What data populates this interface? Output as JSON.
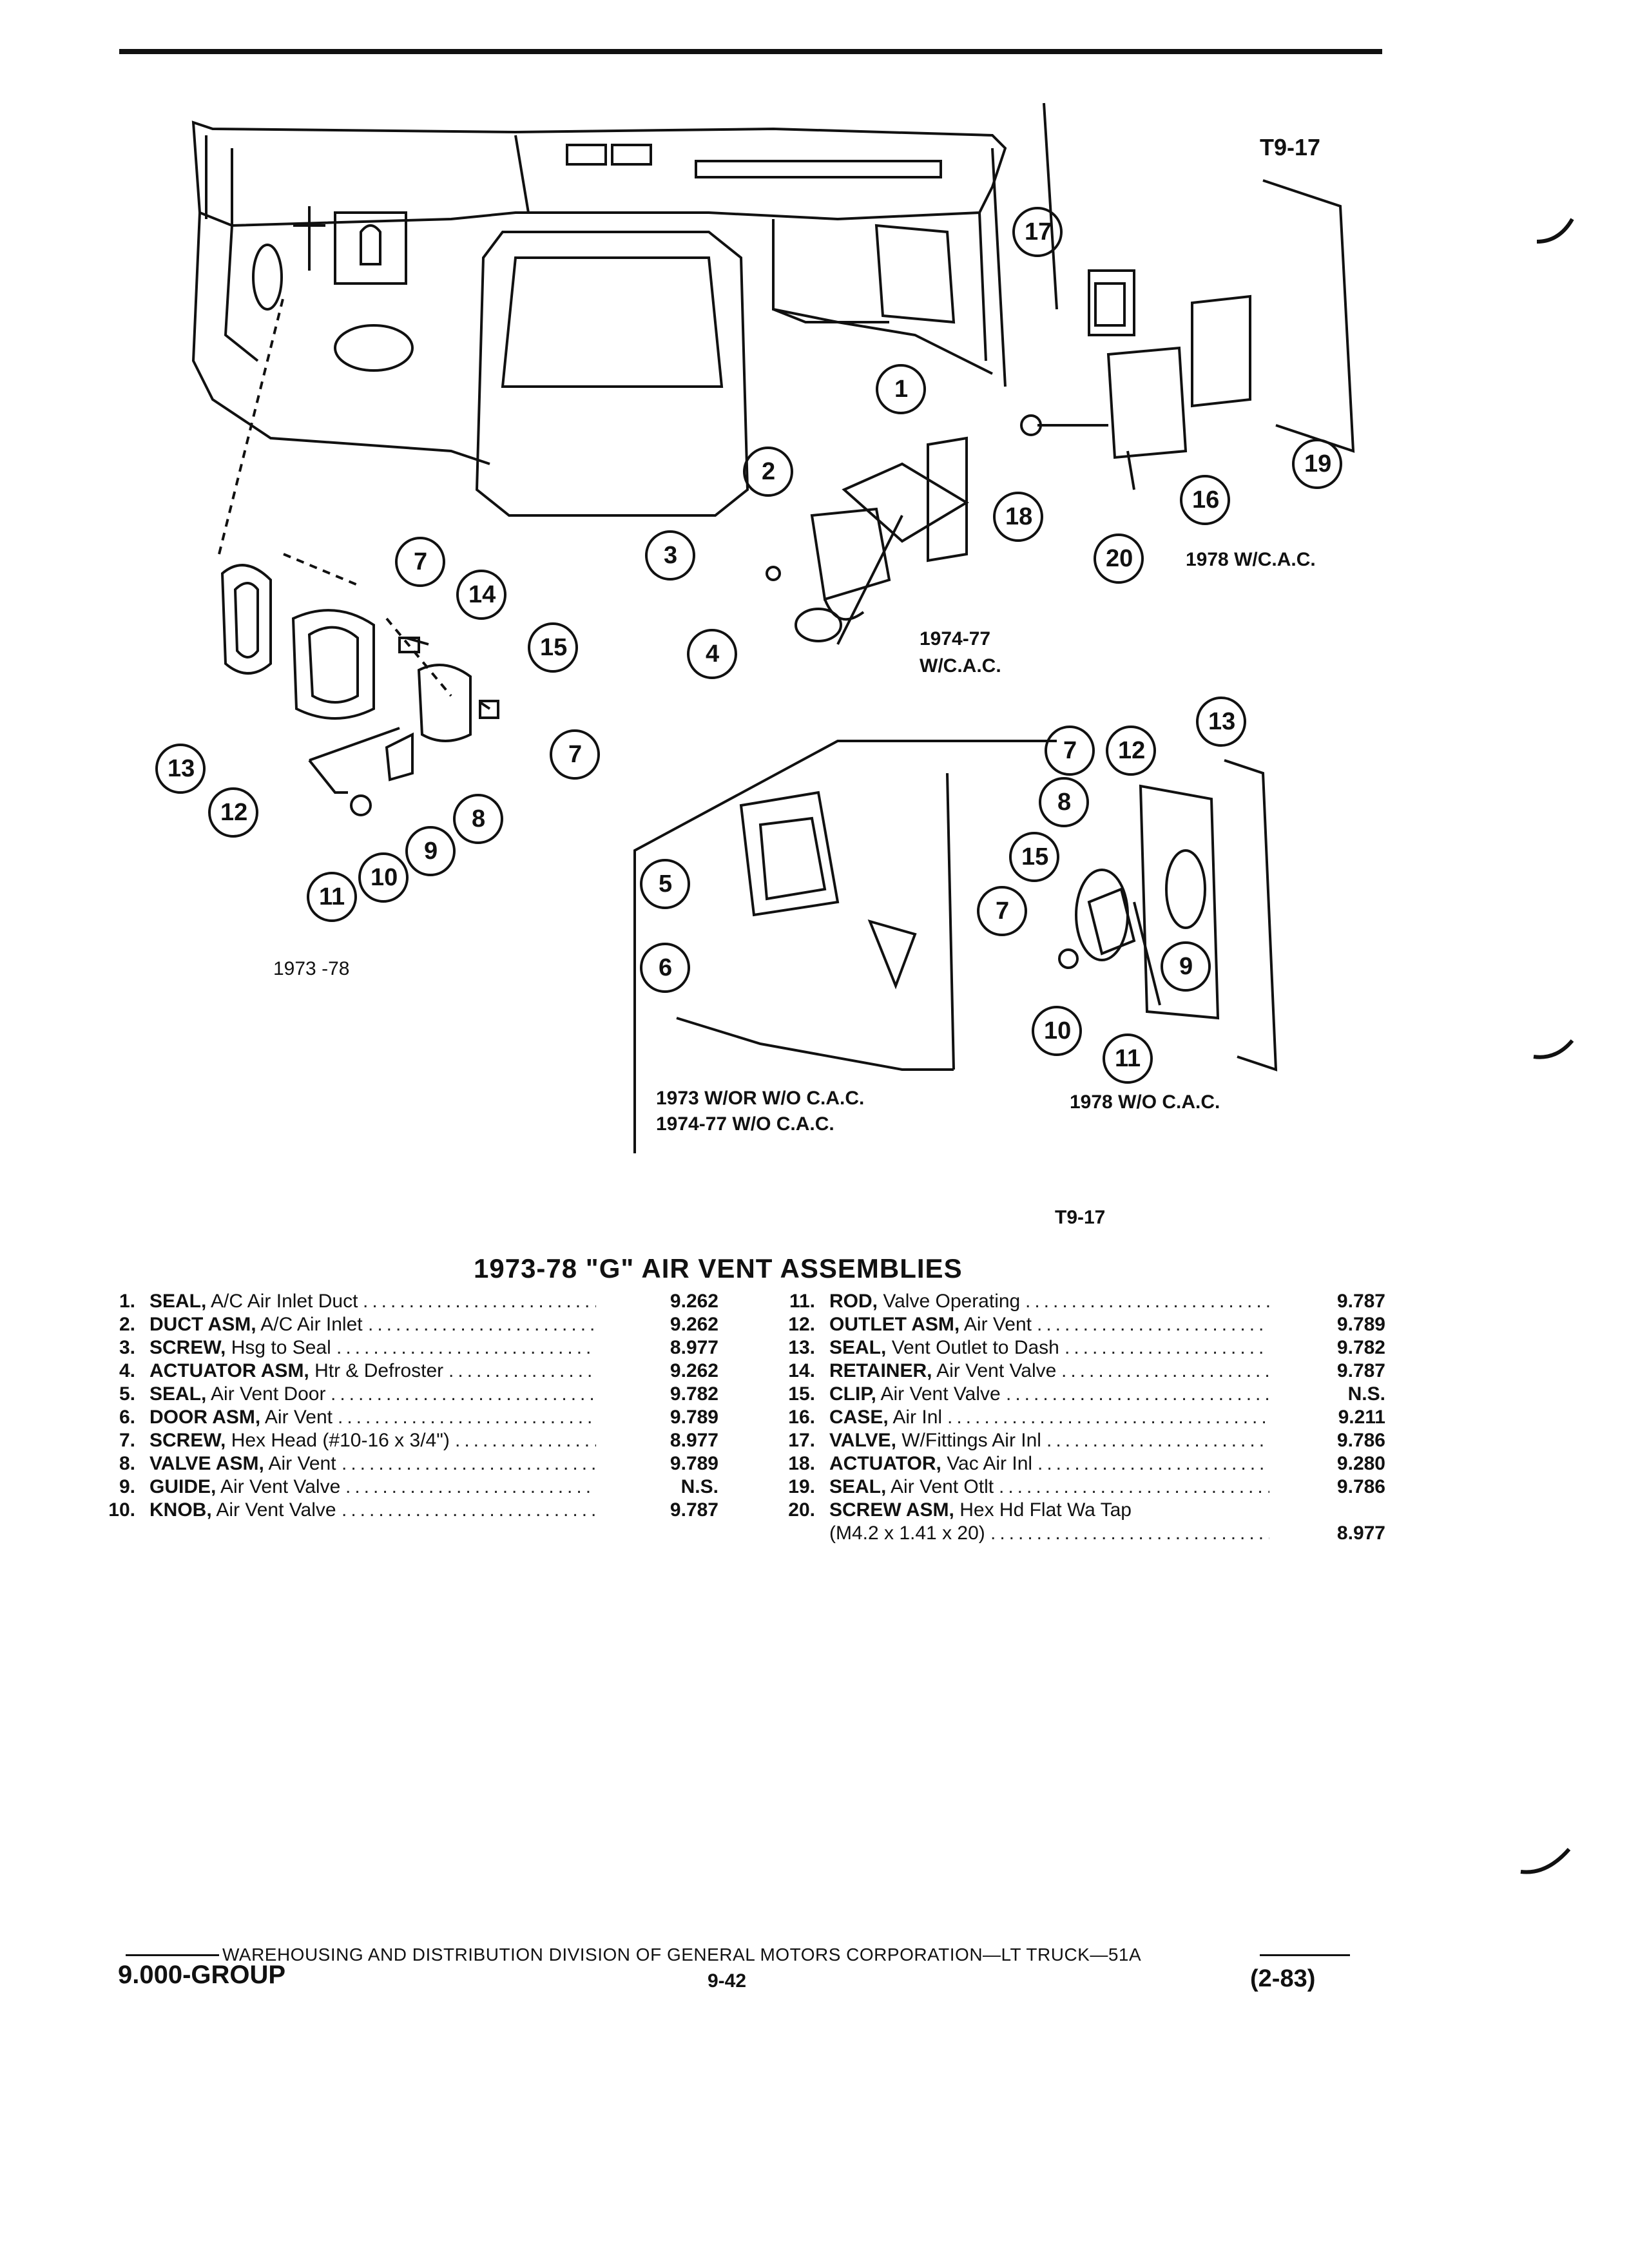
{
  "page": {
    "top_code": "T9-17",
    "bottom_code": "T9-17",
    "title": "1973-78 \"G\" AIR VENT ASSEMBLIES"
  },
  "diagram": {
    "callouts": [
      "1",
      "2",
      "3",
      "4",
      "5",
      "6",
      "7",
      "8",
      "9",
      "10",
      "11",
      "12",
      "13",
      "14",
      "15",
      "16",
      "17",
      "18",
      "19",
      "20"
    ],
    "captions": {
      "left": "1973 -78",
      "center_top_1": "1974-77",
      "center_top_2": "W/C.A.C.",
      "right_top": "1978 W/C.A.C.",
      "center_bottom_1": "1973  W/OR W/O C.A.C.",
      "center_bottom_2": "1974-77 W/O C.A.C.",
      "right_bottom": "1978 W/O C.A.C."
    }
  },
  "parts_left": [
    {
      "no": "1.",
      "name": "SEAL,",
      "desc": "A/C Air Inlet Duct",
      "ref": "9.262"
    },
    {
      "no": "2.",
      "name": "DUCT ASM,",
      "desc": "A/C Air Inlet",
      "ref": "9.262"
    },
    {
      "no": "3.",
      "name": "SCREW,",
      "desc": "Hsg to Seal",
      "ref": "8.977"
    },
    {
      "no": "4.",
      "name": "ACTUATOR ASM,",
      "desc": "Htr & Defroster",
      "ref": "9.262"
    },
    {
      "no": "5.",
      "name": "SEAL,",
      "desc": "Air Vent Door",
      "ref": "9.782"
    },
    {
      "no": "6.",
      "name": "DOOR ASM,",
      "desc": "Air Vent",
      "ref": "9.789"
    },
    {
      "no": "7.",
      "name": "SCREW,",
      "desc": "Hex Head (#10-16 x 3/4\")",
      "ref": "8.977"
    },
    {
      "no": "8.",
      "name": "VALVE ASM,",
      "desc": "Air Vent",
      "ref": "9.789"
    },
    {
      "no": "9.",
      "name": "GUIDE,",
      "desc": "Air Vent Valve",
      "ref": "N.S."
    },
    {
      "no": "10.",
      "name": "KNOB,",
      "desc": "Air Vent Valve",
      "ref": "9.787"
    }
  ],
  "parts_right": [
    {
      "no": "11.",
      "name": "ROD,",
      "desc": "Valve Operating",
      "ref": "9.787"
    },
    {
      "no": "12.",
      "name": "OUTLET ASM,",
      "desc": "Air Vent",
      "ref": "9.789"
    },
    {
      "no": "13.",
      "name": "SEAL,",
      "desc": "Vent Outlet to Dash",
      "ref": "9.782"
    },
    {
      "no": "14.",
      "name": "RETAINER,",
      "desc": "Air Vent Valve",
      "ref": "9.787"
    },
    {
      "no": "15.",
      "name": "CLIP,",
      "desc": "Air Vent Valve",
      "ref": "N.S."
    },
    {
      "no": "16.",
      "name": "CASE,",
      "desc": "Air Inl",
      "ref": "9.211"
    },
    {
      "no": "17.",
      "name": "VALVE,",
      "desc": "W/Fittings Air Inl",
      "ref": "9.786"
    },
    {
      "no": "18.",
      "name": "ACTUATOR,",
      "desc": "Vac Air Inl",
      "ref": "9.280"
    },
    {
      "no": "19.",
      "name": "SEAL,",
      "desc": "Air Vent Otlt",
      "ref": "9.786"
    },
    {
      "no": "20.",
      "name": "SCREW ASM,",
      "desc": "Hex Hd Flat Wa Tap",
      "ref": ""
    },
    {
      "no": "",
      "name": "",
      "desc": "(M4.2 x 1.41 x 20)",
      "ref": "8.977"
    }
  ],
  "footer": {
    "line": "WAREHOUSING AND DISTRIBUTION  DIVISION OF GENERAL MOTORS CORPORATION—LT TRUCK—51A",
    "group": "9.000-GROUP",
    "page_number": "9-42",
    "date": "(2-83)"
  }
}
